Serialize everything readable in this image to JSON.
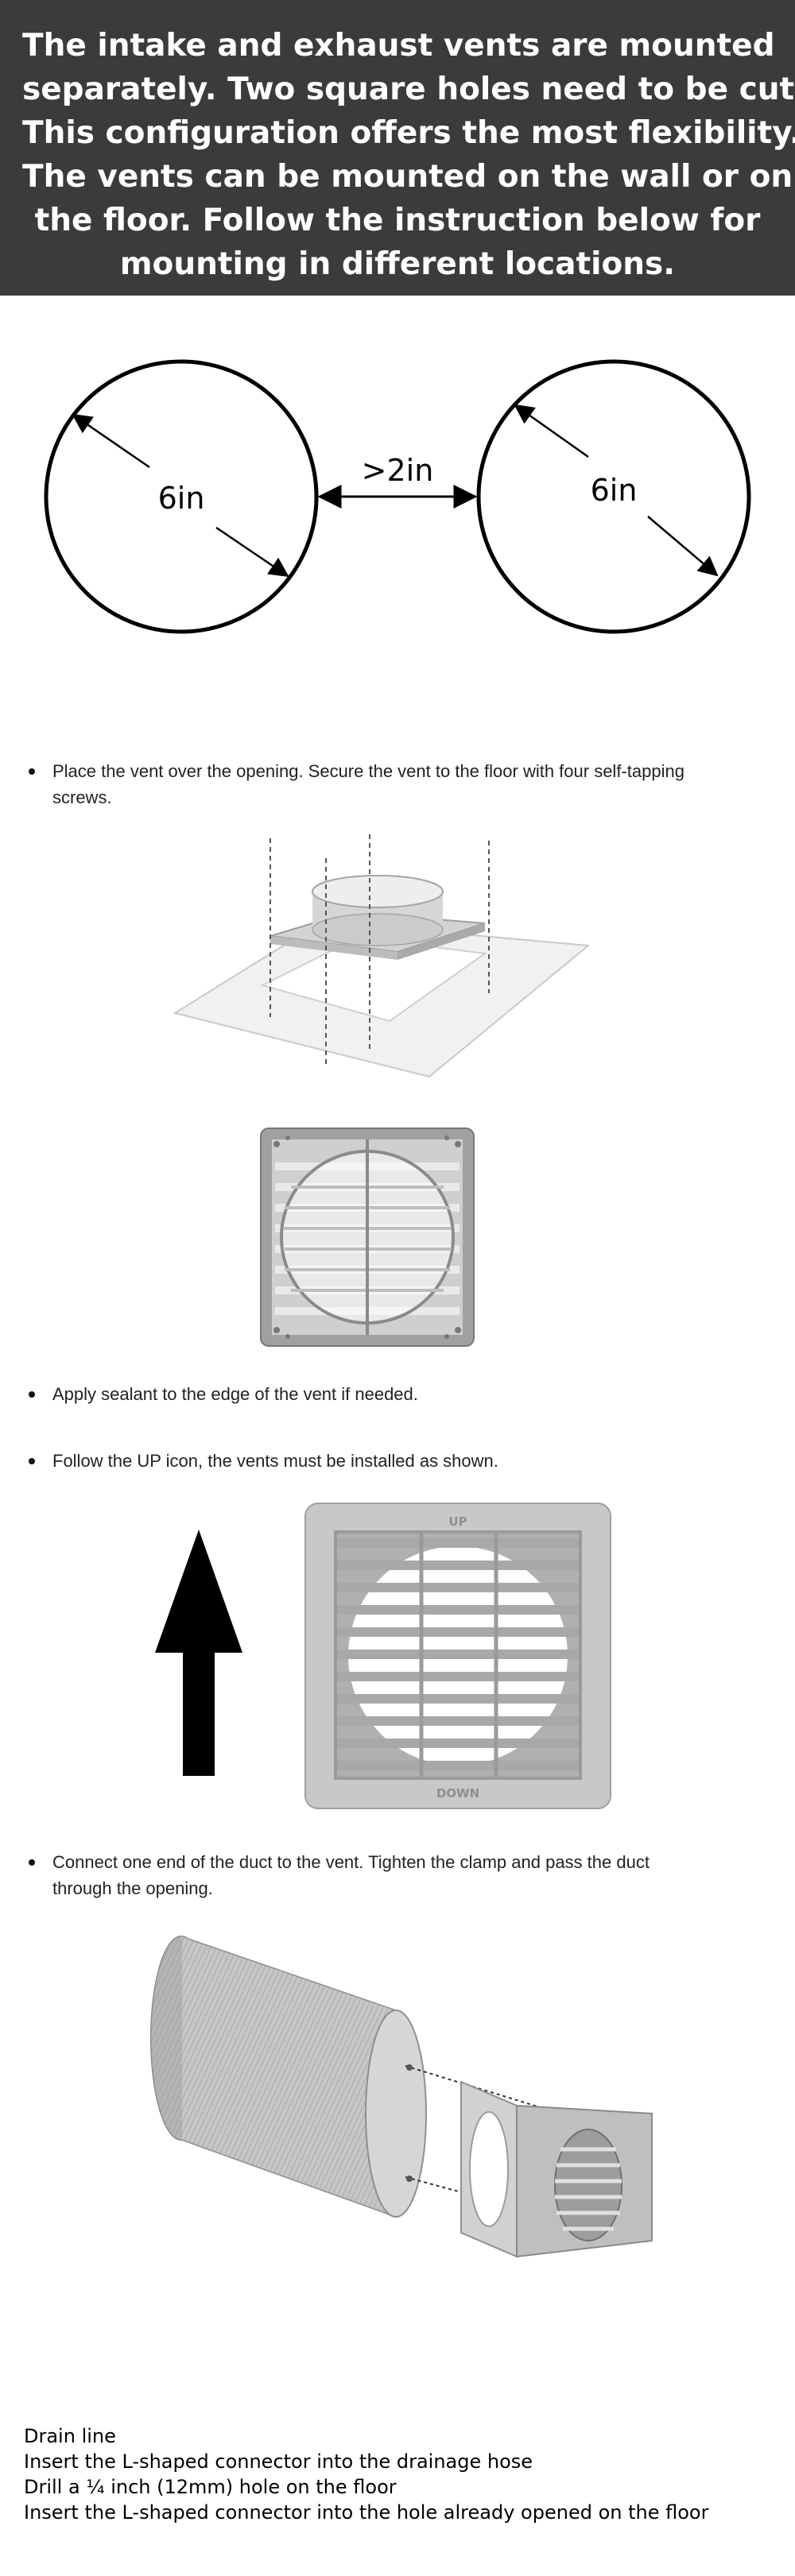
{
  "banner": {
    "lines": [
      "The intake and exhaust vents are mounted",
      "separately. Two square holes need to be cut",
      "This configuration offers the most flexibility.",
      "The vents can be mounted on the wall or on",
      "the floor. Follow the instruction below for",
      "mounting in different locations."
    ]
  },
  "diagram": {
    "left_label": "6in",
    "gap_label": ">2in",
    "right_label": "6in"
  },
  "steps": {
    "place_vent": [
      "Place the vent over the opening. Secure the vent to the floor with four self-tapping",
      "screws."
    ],
    "sealant": "Apply sealant to the edge of the vent if needed.",
    "up_icon": "Follow the UP icon, the vents must be installed as shown.",
    "connect_duct": [
      "Connect one end of the duct to the vent. Tighten the clamp and pass the duct",
      "through the opening."
    ]
  },
  "vent_marks": {
    "top": "UP",
    "bottom": "DOWN"
  },
  "drain": {
    "lines": [
      "Drain line",
      "Insert the L-shaped connector into the drainage hose",
      "Drill a ¼ inch (12mm) hole on the floor",
      "Insert the L-shaped connector into the hole already opened on the floor"
    ]
  },
  "colors": {
    "banner_bg": "#3b3b3b",
    "vent_gray": "#bdbdbd",
    "vent_dark": "#8a8a8a"
  }
}
